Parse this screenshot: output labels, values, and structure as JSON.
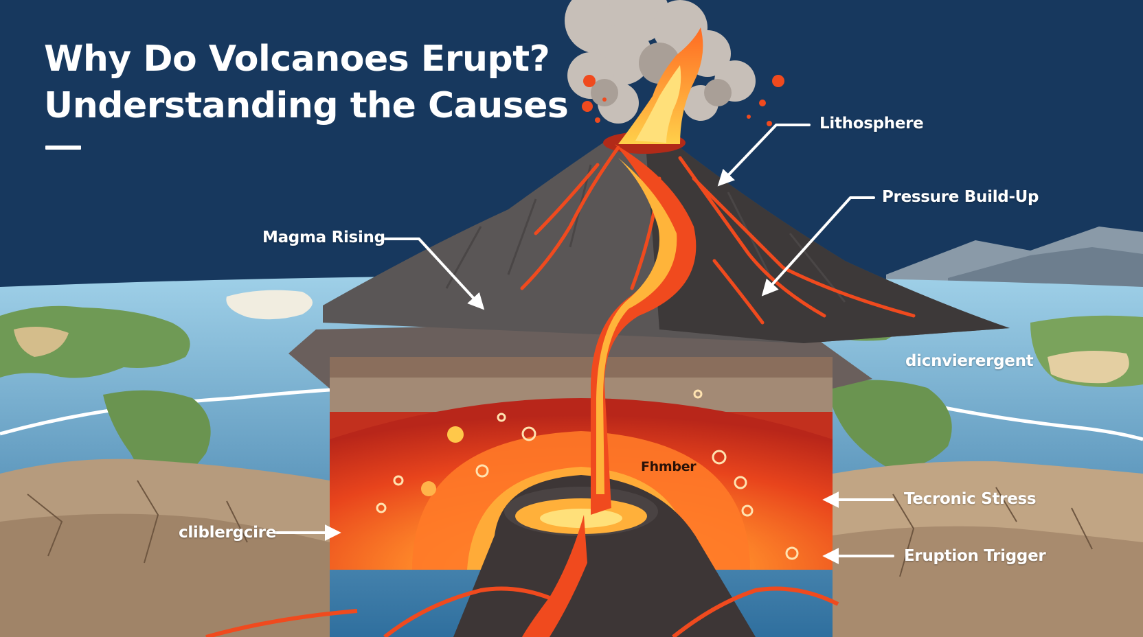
{
  "title": {
    "line1": "Why Do Volcanoes Erupt?",
    "line2": "Understanding the Causes"
  },
  "labels": {
    "lithosphere": "Lithosphere",
    "pressure_build_up": "Pressure Build-Up",
    "magma_rising": "Magma Rising",
    "divergent": "dicnvierergent",
    "chamber": "Fhmber",
    "tectonic_stress": "Tecronic Stress",
    "eruption_trigger": "Eruption Trigger",
    "convergent": "cliblergcire"
  },
  "colors": {
    "sky": "#17385e",
    "ocean": "#3f86b8",
    "land": "#6f9a55",
    "rock": "#5a5656",
    "lava": "#f04a1e",
    "lava_hot": "#ffc23d",
    "crust": "#b79a7c",
    "label": "#ffffff"
  },
  "icons": {
    "pointer": "arrow-icon"
  }
}
